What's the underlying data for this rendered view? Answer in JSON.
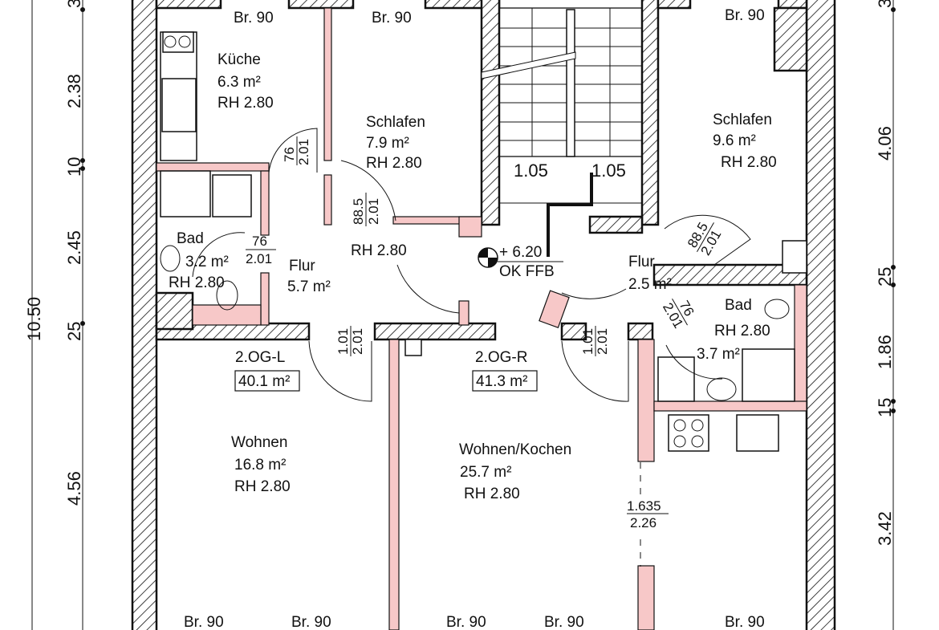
{
  "plan": {
    "colors": {
      "partition_wall": "#f7c8c8",
      "line": "#111111"
    },
    "dimensions_left": [
      "3",
      "2.38",
      "10",
      "2.45",
      "25",
      "4.56"
    ],
    "dimension_total": "10.50",
    "dimensions_right": [
      "3",
      "4.06",
      "25",
      "1.86",
      "15",
      "3.42"
    ],
    "windows_top": [
      "Br. 90",
      "Br. 90",
      "Br. 90"
    ],
    "windows_bottom": [
      "Br. 90",
      "Br. 90",
      "Br. 90",
      "Br. 90",
      "Br. 90"
    ],
    "rooms": {
      "kueche": {
        "name": "Küche",
        "area": "6.3 m²",
        "height": "RH 2.80"
      },
      "schlafen_l": {
        "name": "Schlafen",
        "area": "7.9 m²",
        "height": "RH 2.80"
      },
      "schlafen_r": {
        "name": "Schlafen",
        "area": "9.6 m²",
        "height": "RH 2.80"
      },
      "bad_l": {
        "name": "Bad",
        "area": "3.2 m²",
        "height": "RH 2.80"
      },
      "flur_l": {
        "name": "Flur",
        "area": "5.7 m²",
        "height": "RH 2.80"
      },
      "flur_r": {
        "name": "Flur",
        "area": "2.5 m²"
      },
      "bad_r": {
        "name": "Bad",
        "height": "RH 2.80",
        "area": "3.7 m²"
      },
      "wohnen": {
        "name": "Wohnen",
        "area": "16.8 m²",
        "height": "RH 2.80"
      },
      "wohnen_kochen": {
        "name": "Wohnen/Kochen",
        "area": "25.7 m²",
        "height": "RH 2.80"
      }
    },
    "units": {
      "left": {
        "name": "2.OG-L",
        "area": "40.1 m²"
      },
      "right": {
        "name": "2.OG-R",
        "area": "41.3 m²"
      }
    },
    "level": {
      "value": "+ 6.20",
      "ref": "OK FFB"
    },
    "stair": {
      "left": "1.05",
      "right": "1.05"
    },
    "doors": [
      {
        "w": "76",
        "h": "2.01"
      },
      {
        "w": "76",
        "h": "2.01"
      },
      {
        "w": "88.5",
        "h": "2.01"
      },
      {
        "w": "1.01",
        "h": "2.01"
      },
      {
        "w": "1.01",
        "h": "2.01"
      },
      {
        "w": "88.5",
        "h": "2.01"
      },
      {
        "w": "76",
        "h": "2.01"
      }
    ],
    "opening": {
      "w": "1.635",
      "h": "2.26"
    }
  }
}
